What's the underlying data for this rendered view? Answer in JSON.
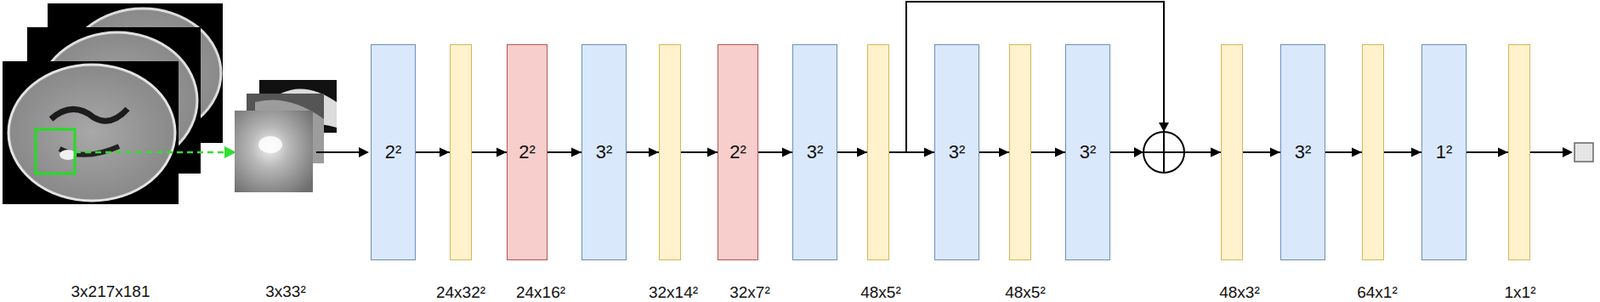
{
  "diagram": {
    "nodes": [
      {
        "text": [
          "2²"
        ]
      },
      {
        "text": [
          "24x32²"
        ]
      },
      {
        "text": [
          "2²",
          "24x16²"
        ]
      },
      {
        "text": [
          "3²"
        ]
      },
      {
        "text": [
          "32x14²"
        ]
      },
      {
        "text": [
          "2²",
          "32x7²"
        ]
      },
      {
        "text": [
          "3²"
        ]
      },
      {
        "text": [
          "48x5²"
        ]
      },
      {
        "text": [
          "3²"
        ]
      },
      {
        "text": [
          "48x5²"
        ]
      },
      {
        "text": [
          "3²"
        ]
      },
      {
        "text": [
          "48x3²"
        ]
      },
      {
        "text": [
          "3²"
        ]
      },
      {
        "text": [
          "64x1²"
        ]
      },
      {
        "text": [
          "1²"
        ]
      },
      {
        "text": [
          "1x1²"
        ]
      }
    ],
    "edges": [
      {
        "from": 0,
        "to": 1,
        "arrow": "to"
      },
      {
        "from": 1,
        "to": 2,
        "arrow": "to"
      },
      {
        "from": 2,
        "to": 3,
        "arrow": "to"
      },
      {
        "from": 3,
        "to": 4,
        "arrow": "to"
      },
      {
        "from": 4,
        "to": 5,
        "arrow": "to"
      },
      {
        "from": 5,
        "to": 6,
        "arrow": "to"
      },
      {
        "from": 6,
        "to": 7,
        "arrow": "to"
      },
      {
        "from": 7,
        "to": 8,
        "arrow": "to"
      },
      {
        "from": 8,
        "to": 9,
        "arrow": "to"
      },
      {
        "from": 9,
        "to": 10,
        "arrow": "to"
      },
      {
        "from": 10,
        "to": 11,
        "arrow": "to"
      },
      {
        "from": 7,
        "to": 11,
        "arrow": "to"
      },
      {
        "from": 11,
        "to": 12,
        "arrow": "to"
      },
      {
        "from": 12,
        "to": 13,
        "arrow": "to"
      },
      {
        "from": 13,
        "to": 14,
        "arrow": "to"
      },
      {
        "from": 14,
        "to": 15,
        "arrow": "to"
      }
    ],
    "labels": [
      "3x217x181",
      "3x33²"
    ]
  }
}
